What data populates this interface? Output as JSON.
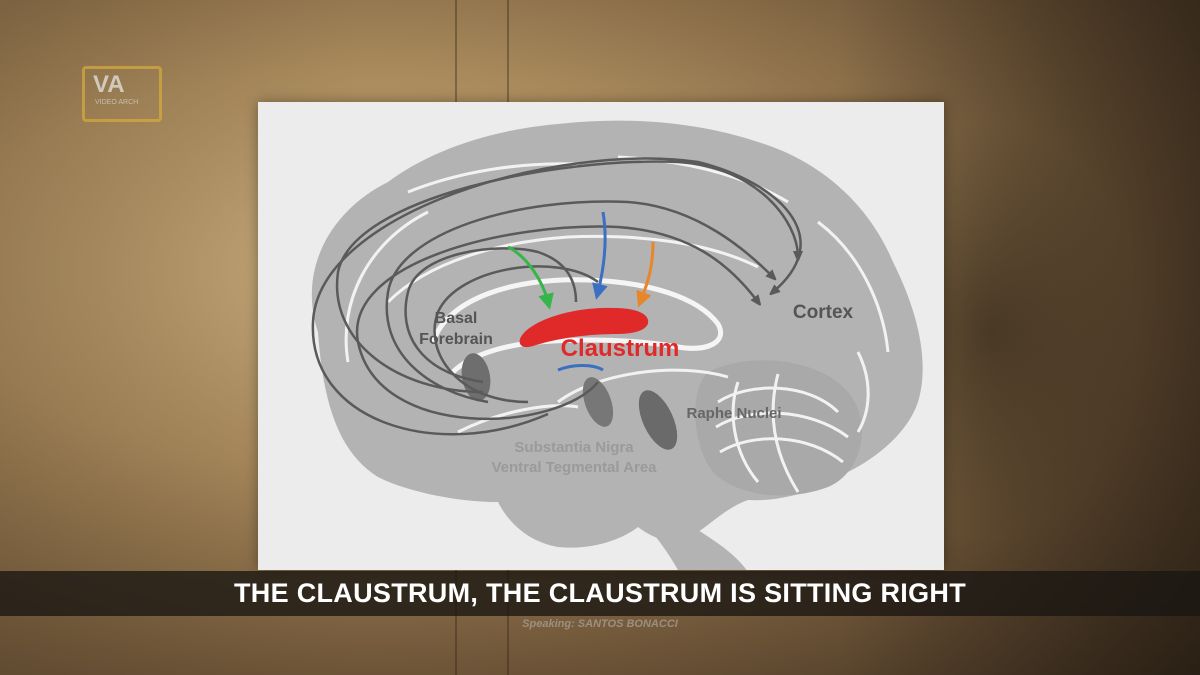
{
  "logo": {
    "mark": "VA",
    "sub": "VIDEO ARCH"
  },
  "diagram": {
    "labels": {
      "basal": "Basal",
      "forebrain": "Forebrain",
      "claustrum": "Claustrum",
      "cortex": "Cortex",
      "raphe": "Raphe Nuclei",
      "substantia": "Substantia Nigra",
      "ventral": "Ventral Tegmental Area"
    },
    "colors": {
      "claustrum": "#e02a2a",
      "arrow_green": "#35b54a",
      "arrow_blue": "#3a6fc2",
      "arrow_orange": "#e8862a",
      "pathway": "#5a5a5a",
      "brain": "#b3b3b3"
    }
  },
  "caption": {
    "text": "THE CLAUSTRUM, THE CLAUSTRUM IS SITTING RIGHT"
  },
  "speaker": {
    "text": "Speaking: SANTOS BONACCI"
  }
}
